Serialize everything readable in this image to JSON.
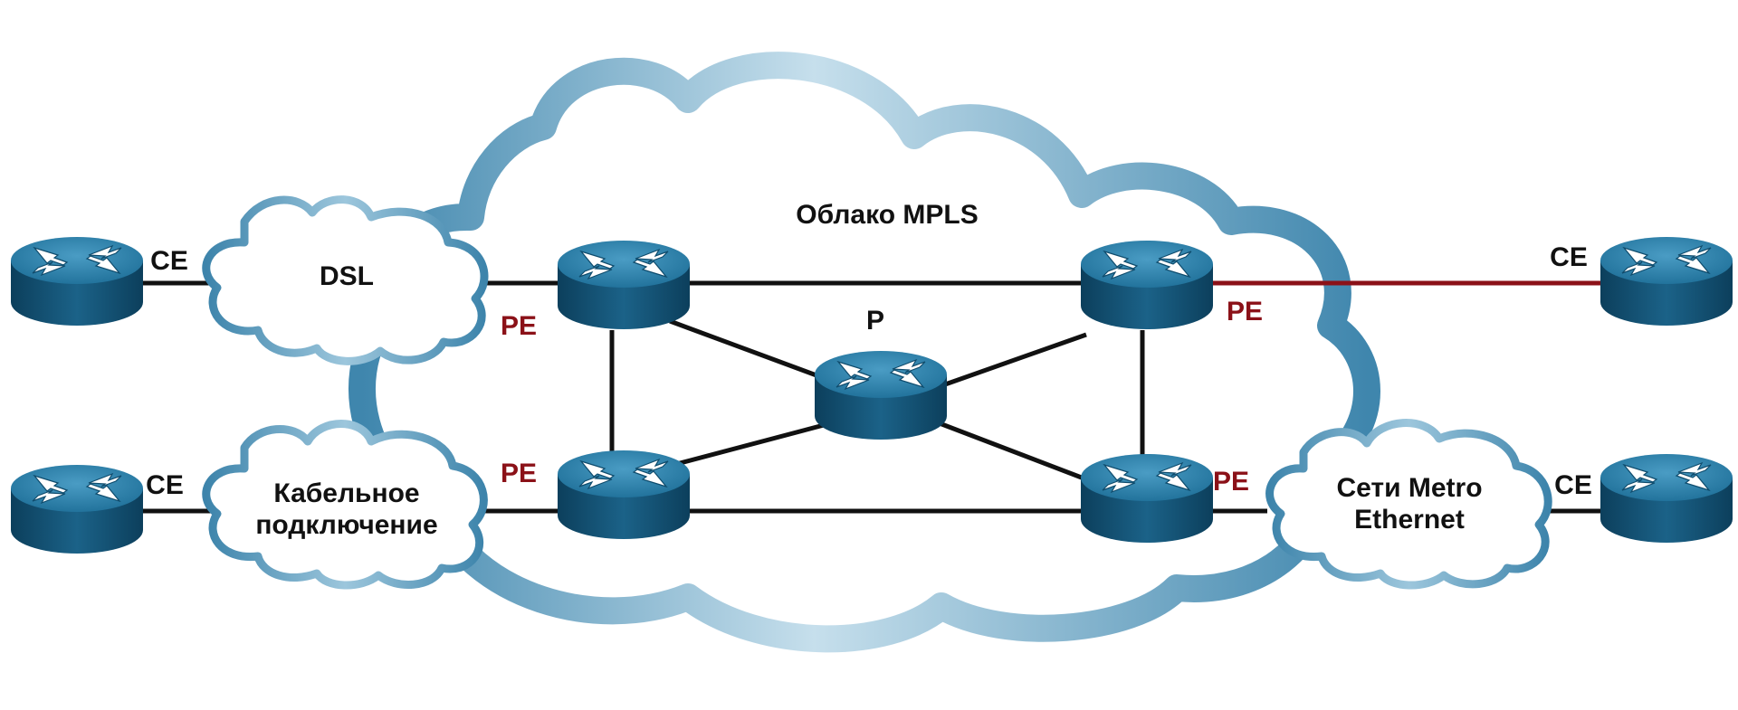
{
  "colors": {
    "cloud_dark": "#3f86ad",
    "cloud_light": "#c6dfec",
    "link": "#111111",
    "highlight_link": "#8b1118",
    "pe_label": "#8b1118",
    "router_top": "#2d7ca3",
    "router_body": "#0f4c6d"
  },
  "labels": {
    "mpls_cloud": "Облако MPLS",
    "dsl_cloud": "DSL",
    "cable_cloud": [
      "Кабельное",
      "подключение"
    ],
    "metro_cloud": [
      "Сети Metro",
      "Ethernet"
    ],
    "p_router": "P",
    "ce_top_left": "CE",
    "ce_bottom_left": "CE",
    "ce_top_right": "CE",
    "ce_bottom_right": "CE",
    "pe_top_left": "PE",
    "pe_bottom_left": "PE",
    "pe_top_right": "PE",
    "pe_bottom_right": "PE"
  },
  "icons": {
    "router": "router-icon"
  }
}
